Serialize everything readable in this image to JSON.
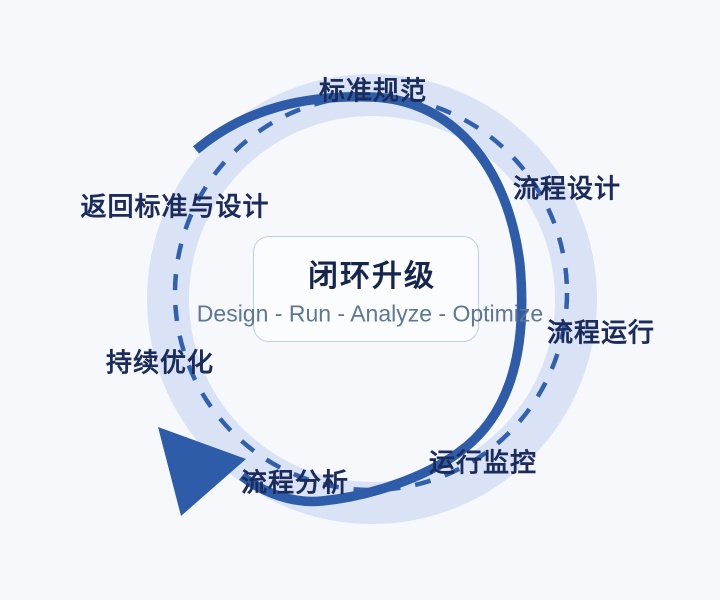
{
  "diagram": {
    "title_card": {
      "title": "闭环升级",
      "subtitle": "Design - Run - Analyze - Optimize"
    },
    "stages": [
      {
        "id": "standards",
        "label": "标准规范"
      },
      {
        "id": "process-design",
        "label": "流程设计"
      },
      {
        "id": "process-run",
        "label": "流程运行"
      },
      {
        "id": "run-monitoring",
        "label": "运行监控"
      },
      {
        "id": "process-analysis",
        "label": "流程分析"
      },
      {
        "id": "continuous-optimization",
        "label": "持续优化"
      },
      {
        "id": "return-to-standards-design",
        "label": "返回标准与设计"
      }
    ],
    "colors": {
      "background": "#f6f8fc",
      "band_ring": "#d9e3f5",
      "solid_arc": "#2e5ca8",
      "dashed_ring": "#3161ac",
      "arrowhead": "#2e5ca8",
      "stage_text": "#1b2b5b",
      "title_text": "#16254e",
      "subtitle_text": "#5e7795",
      "card_border": "#bdd0ee"
    }
  }
}
